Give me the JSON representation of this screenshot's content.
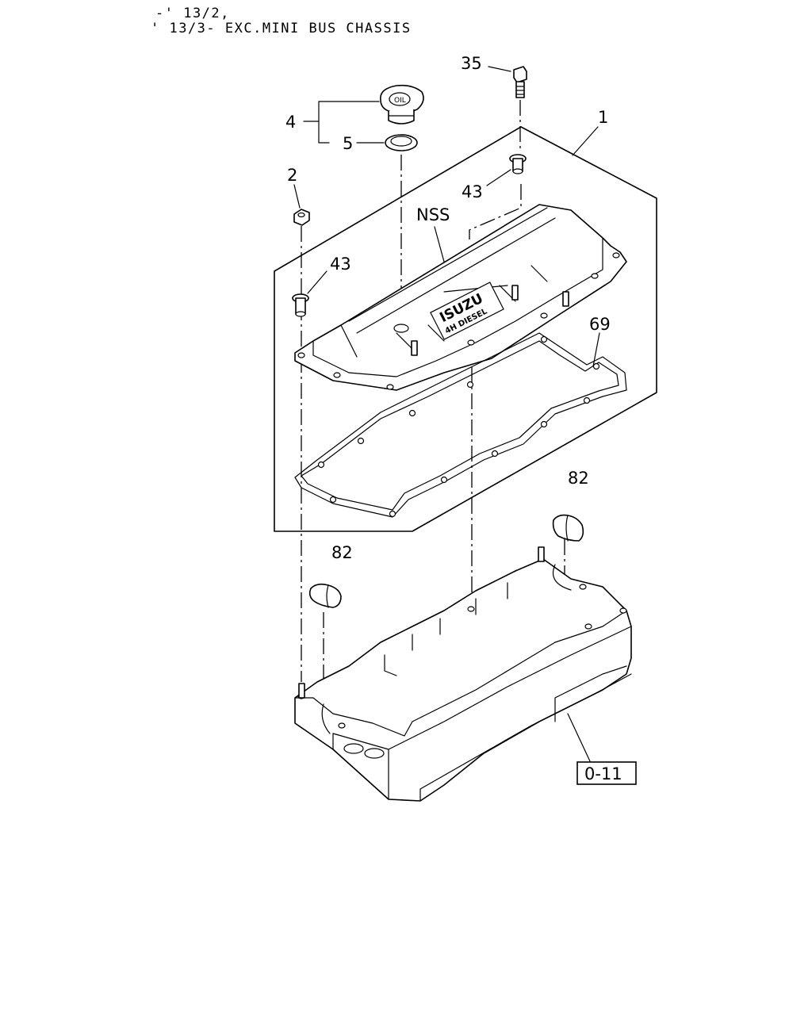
{
  "header": {
    "line1": "-' 13/2,",
    "line2": "' 13/3- EXC.MINI BUS CHASSIS"
  },
  "callouts": {
    "c1": "1",
    "c2": "2",
    "c4": "4",
    "c5": "5",
    "c35": "35",
    "c43a": "43",
    "c43b": "43",
    "c69": "69",
    "c82a": "82",
    "c82b": "82",
    "nss": "NSS"
  },
  "reference_box": "0-11",
  "cover_logo": {
    "line1": "ISUZU",
    "line2": "4H DIESEL"
  },
  "cap_marking": "OIL"
}
